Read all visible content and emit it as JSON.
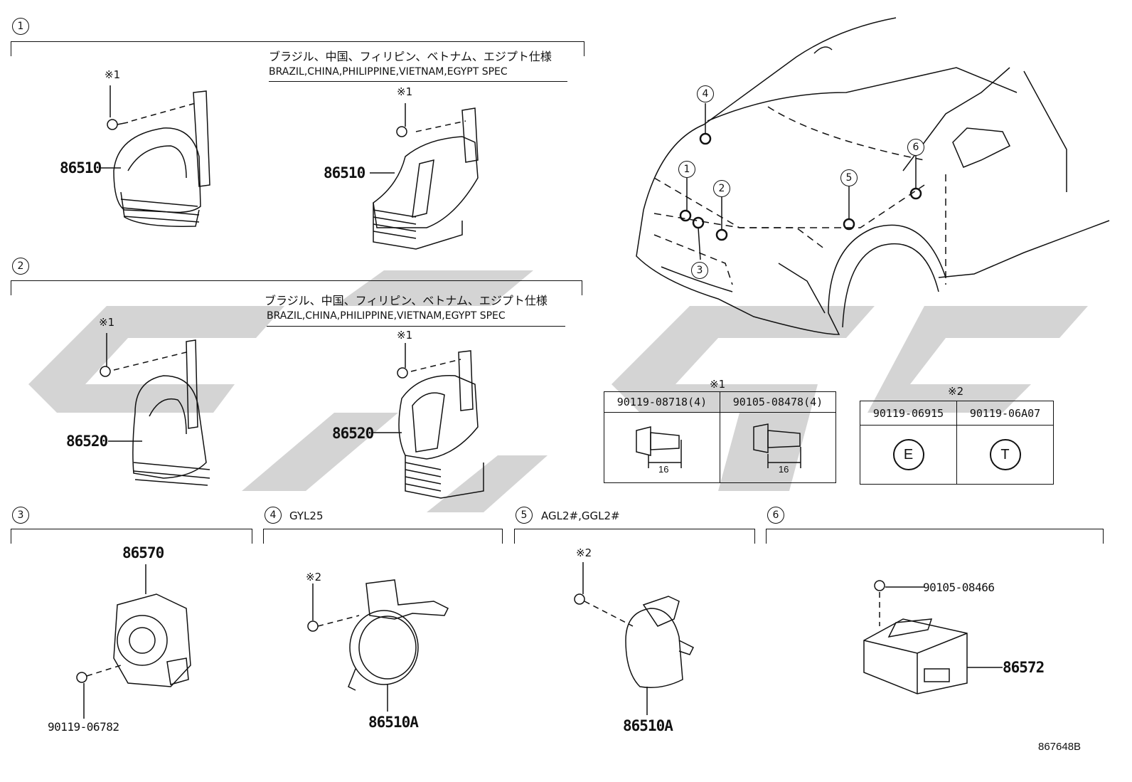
{
  "spec_jp": "ブラジル、中国、フィリピン、ベトナム、エジプト仕様",
  "spec_en": "BRAZIL,CHINA,PHILIPPINE,VIETNAM,EGYPT SPEC",
  "sections": [
    {
      "num": "1"
    },
    {
      "num": "2"
    },
    {
      "num": "3"
    },
    {
      "num": "4",
      "note": "GYL25"
    },
    {
      "num": "5",
      "note": "AGL2#,GGL2#"
    },
    {
      "num": "6"
    }
  ],
  "marks": {
    "m1": "※1",
    "m2": "※2"
  },
  "parts": {
    "horn_low_a": "86510",
    "horn_low_b": "86510",
    "horn_high_a": "86520",
    "horn_high_b": "86520",
    "security_horn": "86570",
    "bolt_3": "90119-06782",
    "horn_4": "86510A",
    "horn_5": "86510A",
    "bolt_6": "90105-08466",
    "controller_6": "86572"
  },
  "table1": {
    "title": "※1",
    "col1": "90119-08718(4)",
    "col2": "90105-08478(4)",
    "dim1": "16",
    "dim2": "16"
  },
  "table2": {
    "title": "※2",
    "col1": "90119-06915",
    "col2": "90119-06A07",
    "head1": "E",
    "head2": "T"
  },
  "locations": [
    "1",
    "2",
    "3",
    "4",
    "5",
    "6"
  ],
  "illustration_id": "867648B",
  "colors": {
    "line": "#111111",
    "watermark": "#d4d4d4"
  }
}
